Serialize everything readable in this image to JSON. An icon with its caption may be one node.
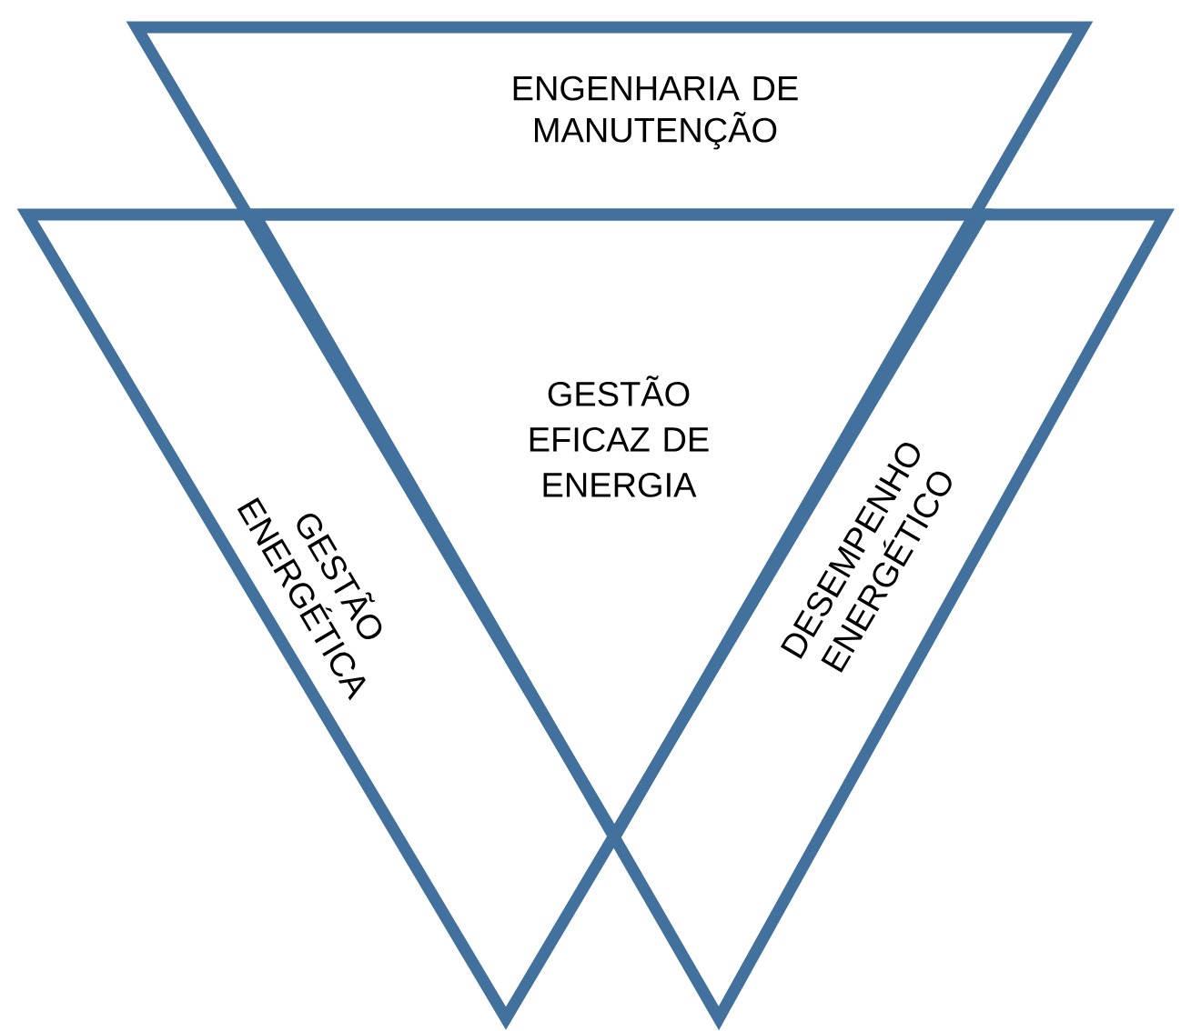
{
  "diagram": {
    "nodes": [
      {
        "text": [
          "ENGENHARIA DE MANUTENÇÃO"
        ]
      },
      {
        "text": [
          "GESTÃO ENERGÉTICA"
        ]
      },
      {
        "text": [
          "DESEMPENHO ENERGÉTICO"
        ]
      }
    ],
    "labels": [
      "GESTÃO EFICAZ DE ENERGIA"
    ]
  }
}
